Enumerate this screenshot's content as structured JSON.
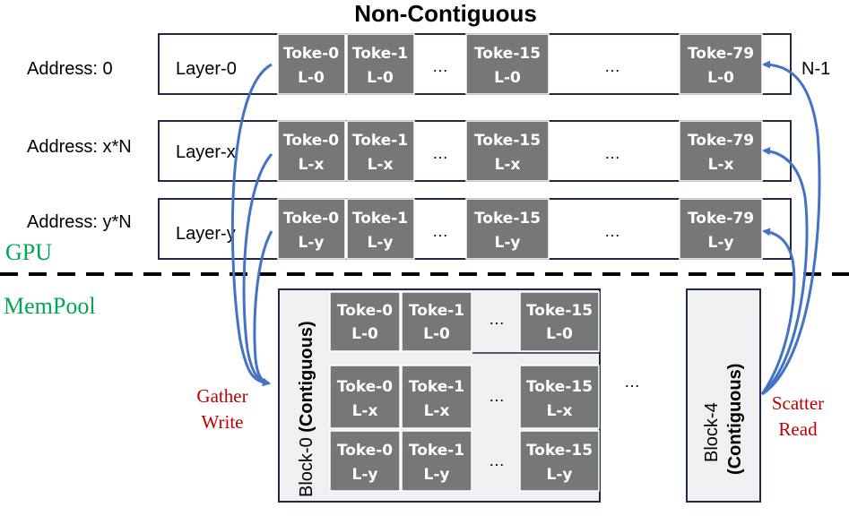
{
  "title": "Non-Contiguous",
  "gpu": {
    "label": "GPU",
    "end_label": "N-1",
    "rows": [
      {
        "address": "Address: 0",
        "layer": "Layer-0",
        "cells": [
          {
            "top": "Toke-0",
            "bottom": "L-0"
          },
          {
            "top": "Toke-1",
            "bottom": "L-0"
          },
          {
            "top": "Toke-15",
            "bottom": "L-0"
          },
          {
            "top": "Toke-79",
            "bottom": "L-0"
          }
        ]
      },
      {
        "address": "Address: x*N",
        "layer": "Layer-x",
        "cells": [
          {
            "top": "Toke-0",
            "bottom": "L-x"
          },
          {
            "top": "Toke-1",
            "bottom": "L-x"
          },
          {
            "top": "Toke-15",
            "bottom": "L-x"
          },
          {
            "top": "Toke-79",
            "bottom": "L-x"
          }
        ]
      },
      {
        "address": "Address: y*N",
        "layer": "Layer-y",
        "cells": [
          {
            "top": "Toke-0",
            "bottom": "L-y"
          },
          {
            "top": "Toke-1",
            "bottom": "L-y"
          },
          {
            "top": "Toke-15",
            "bottom": "L-y"
          },
          {
            "top": "Toke-79",
            "bottom": "L-y"
          }
        ]
      }
    ],
    "ellipsis": "…"
  },
  "mempool": {
    "label": "MemPool",
    "block0": {
      "prefix": "Block-0 ",
      "suffix": "(Contiguous)"
    },
    "block4": {
      "line1": "Block-4",
      "line2": "(Contiguous)"
    },
    "rows": [
      {
        "cells": [
          {
            "top": "Toke-0",
            "bottom": "L-0"
          },
          {
            "top": "Toke-1",
            "bottom": "L-0"
          },
          {
            "top": "Toke-15",
            "bottom": "L-0"
          }
        ]
      },
      {
        "cells": [
          {
            "top": "Toke-0",
            "bottom": "L-x"
          },
          {
            "top": "Toke-1",
            "bottom": "L-x"
          },
          {
            "top": "Toke-15",
            "bottom": "L-x"
          }
        ]
      },
      {
        "cells": [
          {
            "top": "Toke-0",
            "bottom": "L-y"
          },
          {
            "top": "Toke-1",
            "bottom": "L-y"
          },
          {
            "top": "Toke-15",
            "bottom": "L-y"
          }
        ]
      }
    ],
    "ellipsis": "…"
  },
  "gather": {
    "line1": "Gather",
    "line2": "Write"
  },
  "scatter": {
    "line1": "Scatter",
    "line2": "Read"
  },
  "colors": {
    "cell": "#777777",
    "arrow": "#4472c4",
    "gpu_label": "#00a651",
    "red_label": "#c00000",
    "outline": "#1f2a44"
  }
}
